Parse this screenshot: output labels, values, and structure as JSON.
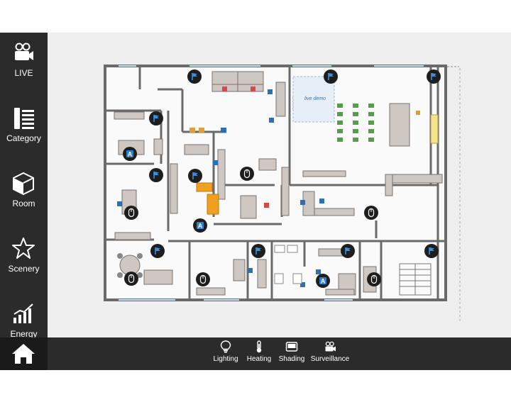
{
  "sidebar": {
    "items": [
      {
        "label": "LIVE",
        "icon": "video-camera-icon"
      },
      {
        "label": "Category",
        "icon": "category-icon"
      },
      {
        "label": "Room",
        "icon": "cube-icon"
      },
      {
        "label": "Scenery",
        "icon": "star-icon"
      },
      {
        "label": "Energy",
        "icon": "bar-chart-icon"
      }
    ],
    "active": "Category",
    "home_icon": "home-icon"
  },
  "bottombar": {
    "items": [
      {
        "label": "Lighting",
        "icon": "light-bulb-icon"
      },
      {
        "label": "Heating",
        "icon": "thermometer-icon"
      },
      {
        "label": "Shading",
        "icon": "window-shade-icon"
      },
      {
        "label": "Surveillance",
        "icon": "camera-icon"
      }
    ]
  },
  "floorplan": {
    "room_labels": [
      "live demo"
    ],
    "markers": {
      "flag": "blue-flag-icon",
      "auto": "A",
      "mouse": "mouse-icon"
    }
  },
  "colors": {
    "panel": "#2b2b2b",
    "accent_blue": "#2f7fd0",
    "marker_bg": "#1e1e1e",
    "heating_orange": "#f0a020",
    "chair_green": "#5a9a50"
  }
}
